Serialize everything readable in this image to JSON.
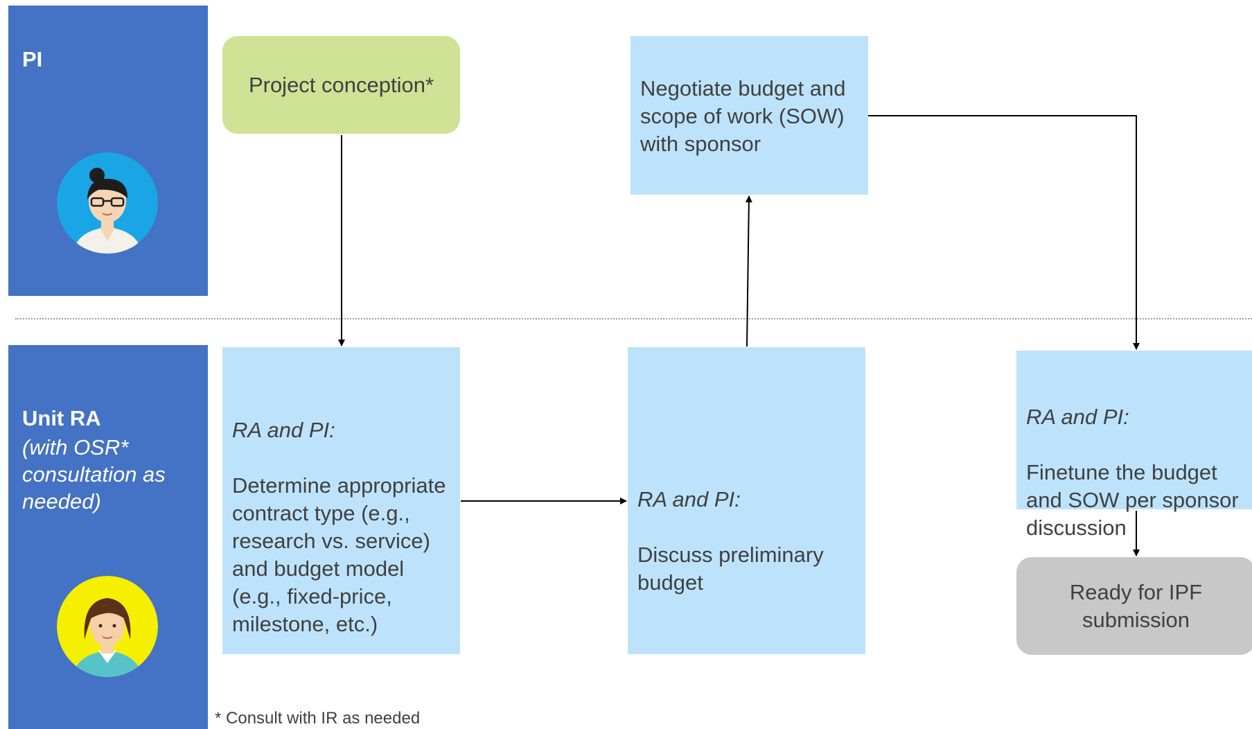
{
  "lanes": {
    "pi": {
      "title": "PI"
    },
    "ra": {
      "title": "Unit RA",
      "subtitle": "(with OSR* consultation as needed)"
    }
  },
  "steps": {
    "concept": {
      "text": "Project conception*"
    },
    "negotiate": {
      "text": "Negotiate budget and scope of work (SOW) with sponsor"
    },
    "determine": {
      "actor": "RA and PI:",
      "text": "Determine appropriate contract type (e.g., research vs. service) and budget model (e.g., fixed-price, milestone, etc.)"
    },
    "discuss": {
      "actor": "RA and PI:",
      "text": "Discuss preliminary budget"
    },
    "finetune": {
      "actor": "RA and PI:",
      "text": "Finetune the budget and SOW per sponsor discussion"
    },
    "ready": {
      "text": "Ready for IPF submission"
    }
  },
  "footnote": "* Consult with IR as needed",
  "colors": {
    "lane": "#4472c4",
    "start_box": "#cfe295",
    "process_box": "#bde3fc",
    "end_box": "#c8c8c8"
  },
  "icons": {
    "pi_avatar": "woman-with-glasses-avatar-icon",
    "ra_avatar": "woman-avatar-icon"
  }
}
